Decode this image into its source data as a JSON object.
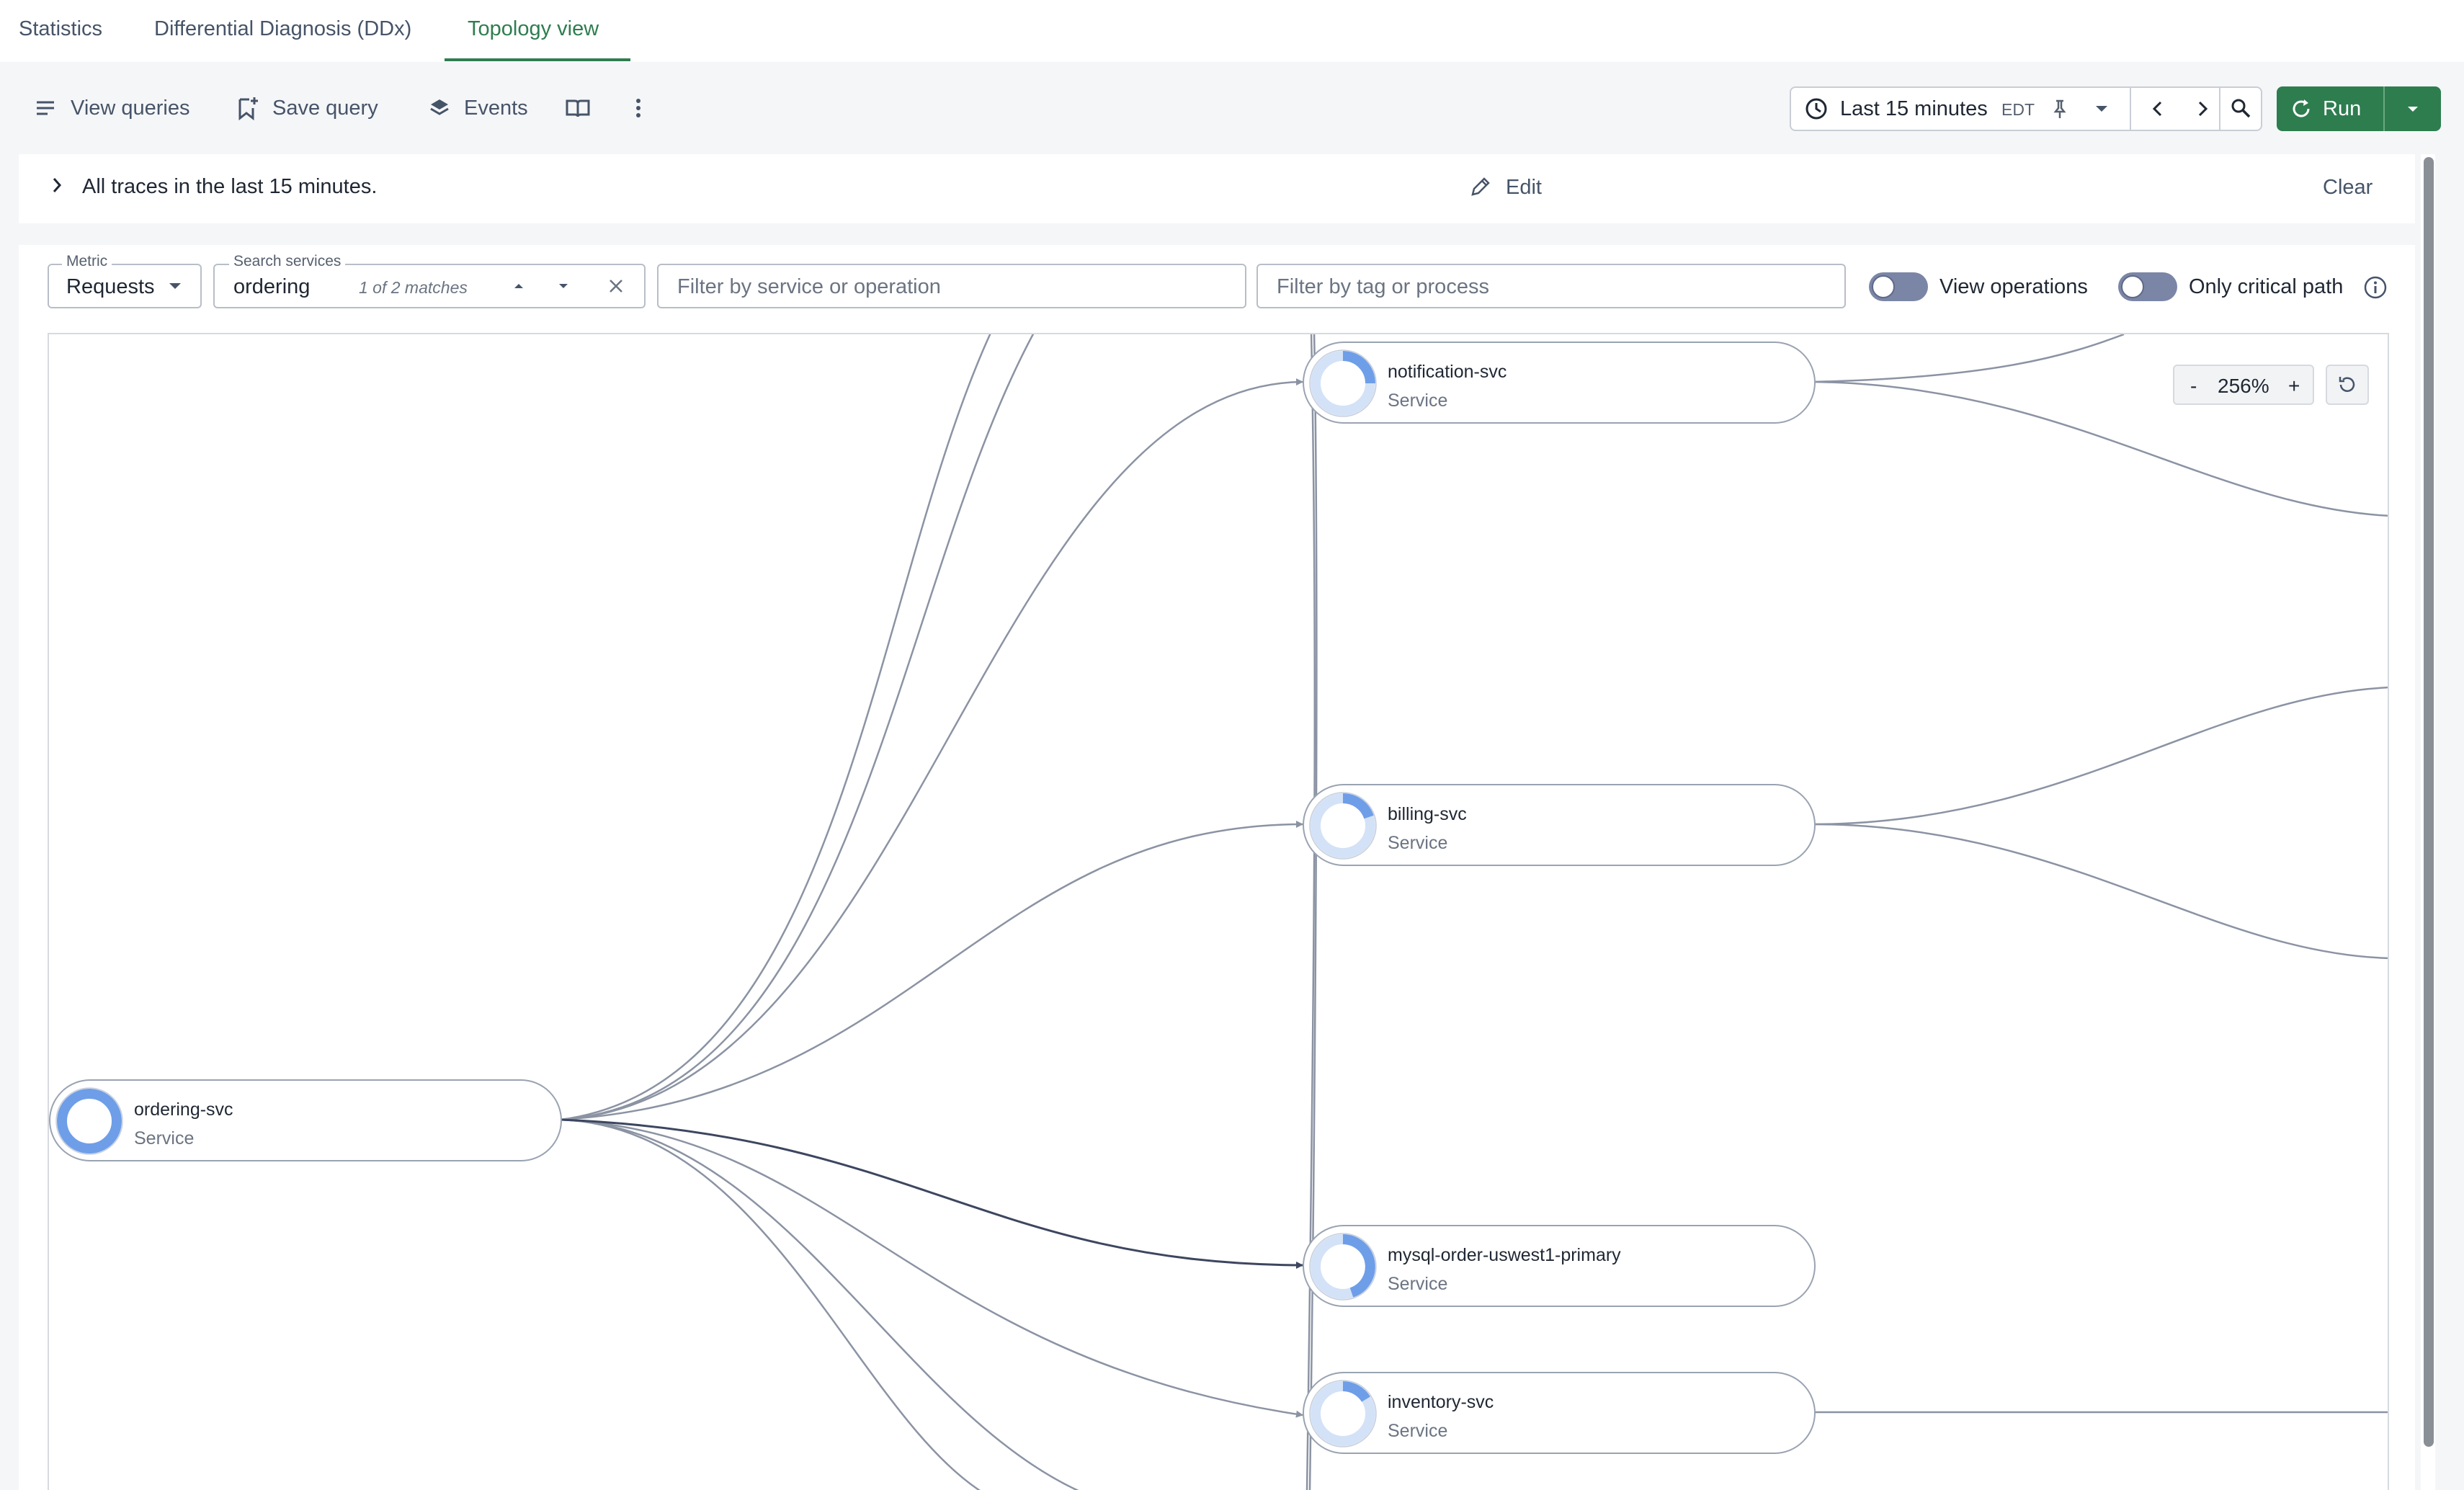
{
  "tabs": [
    {
      "label": "Statistics"
    },
    {
      "label": "Differential Diagnosis (DDx)"
    },
    {
      "label": "Topology view"
    }
  ],
  "toolbar": {
    "view_queries": "View queries",
    "save_query": "Save query",
    "events": "Events",
    "time_range": "Last 15 minutes",
    "timezone": "EDT",
    "run": "Run"
  },
  "query": {
    "summary": "All traces in the last 15 minutes.",
    "edit": "Edit",
    "clear": "Clear"
  },
  "filters": {
    "metric_label": "Metric",
    "metric_value": "Requests",
    "search_label": "Search services",
    "search_value": "ordering",
    "match_count": "1 of 2 matches",
    "service_placeholder": "Filter by service or operation",
    "tag_placeholder": "Filter by tag or process",
    "view_operations": "View operations",
    "critical_path": "Only critical path"
  },
  "graph": {
    "zoom_minus": "-",
    "zoom_level": "256%",
    "zoom_plus": "+",
    "nodes": [
      {
        "name": "notification-svc",
        "type": "Service"
      },
      {
        "name": "billing-svc",
        "type": "Service"
      },
      {
        "name": "ordering-svc",
        "type": "Service"
      },
      {
        "name": "mysql-order-uswest1-primary",
        "type": "Service"
      },
      {
        "name": "inventory-svc",
        "type": "Service"
      }
    ]
  },
  "colors": {
    "accent": "#2e7d4f",
    "edge": "#8b93a3",
    "node_ring": "#6f9ee8"
  }
}
